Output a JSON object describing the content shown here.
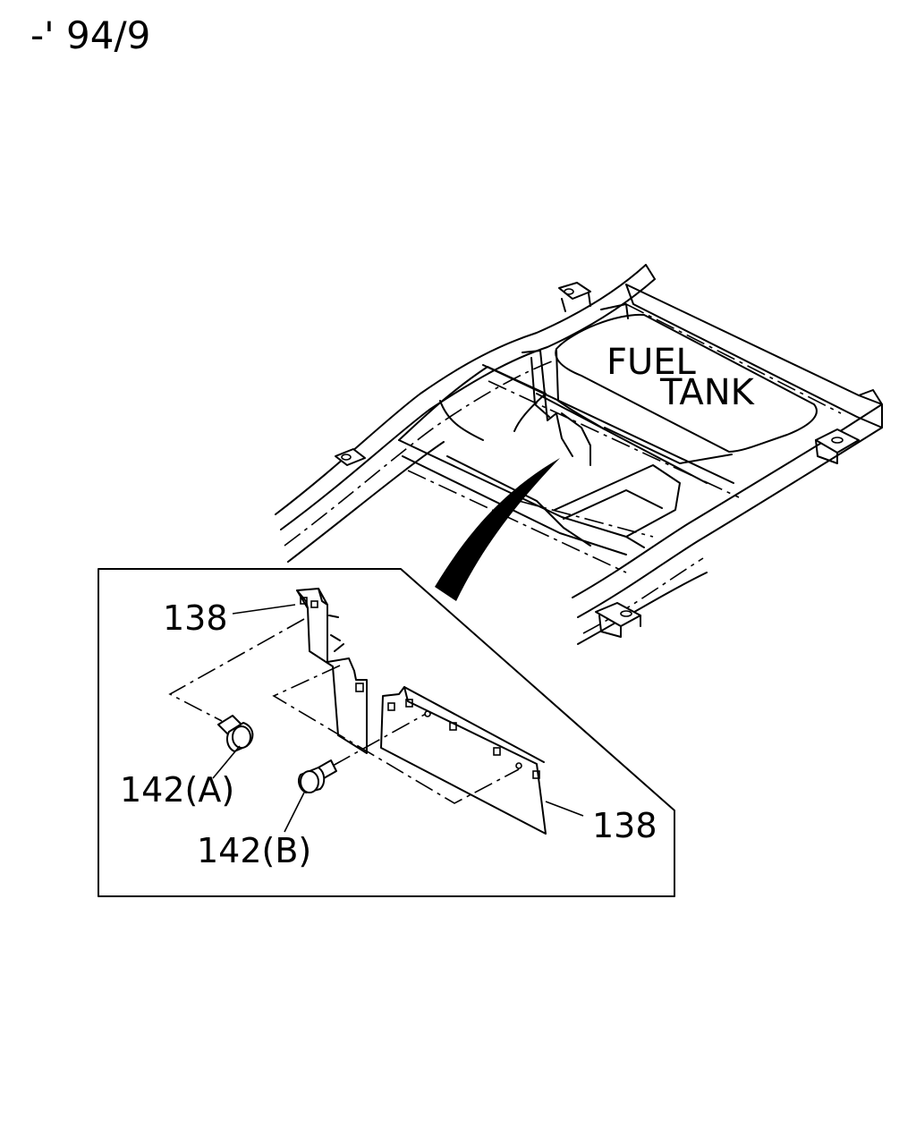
{
  "header": {
    "date_code": "-' 94/9"
  },
  "labels": {
    "fuel": "FUEL",
    "tank": "TANK",
    "part_138_top": "138",
    "part_138_bottom": "138",
    "part_142a": "142(A)",
    "part_142b": "142(B)"
  }
}
